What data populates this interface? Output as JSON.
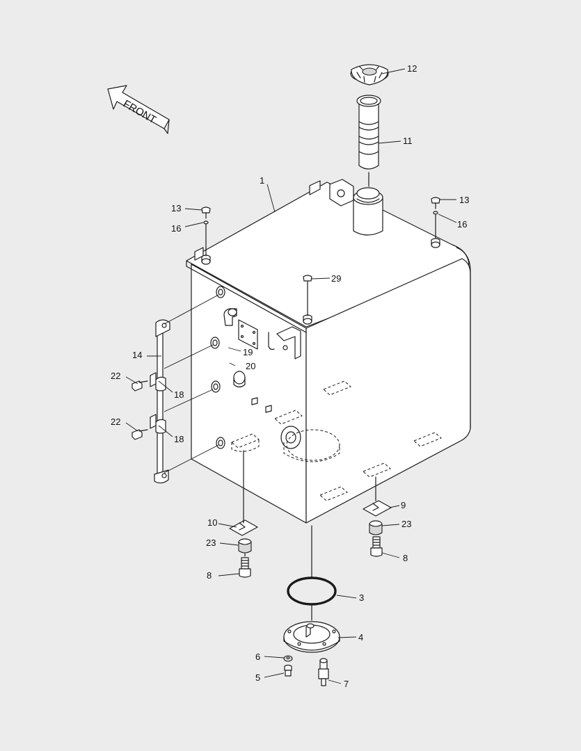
{
  "front_label": "FRONT",
  "callouts": {
    "c1": "1",
    "c3": "3",
    "c4": "4",
    "c5": "5",
    "c6": "6",
    "c7": "7",
    "c8a": "8",
    "c8b": "8",
    "c9": "9",
    "c10": "10",
    "c11": "11",
    "c12": "12",
    "c13a": "13",
    "c13b": "13",
    "c14": "14",
    "c16a": "16",
    "c16b": "16",
    "c18a": "18",
    "c18b": "18",
    "c19": "19",
    "c20": "20",
    "c22a": "22",
    "c22b": "22",
    "c23a": "23",
    "c23b": "23",
    "c29": "29"
  }
}
